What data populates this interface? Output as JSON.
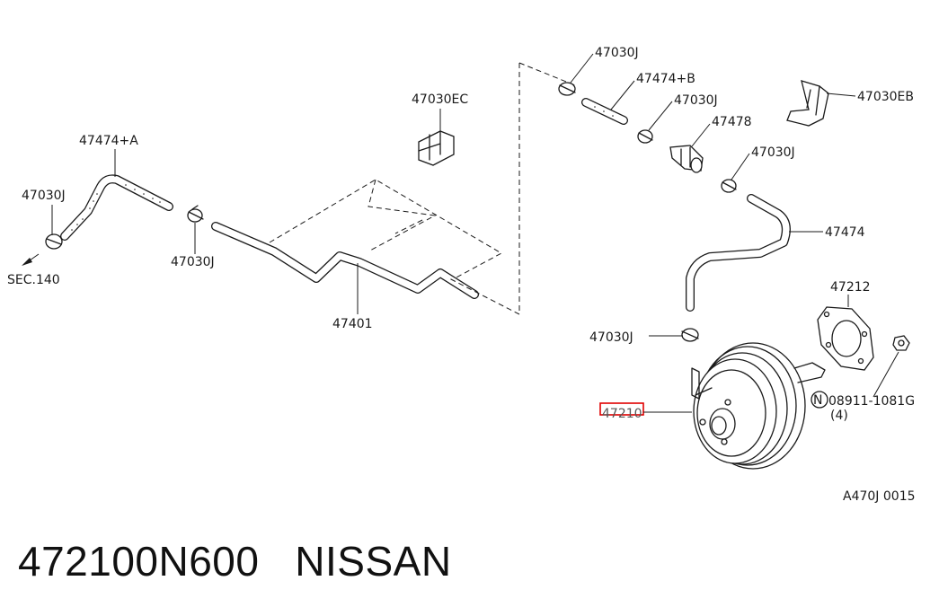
{
  "diagram": {
    "labels": {
      "p47474a": "47474+A",
      "p47030j_left": "47030J",
      "sec140": "SEC.140",
      "p47030j_mid": "47030J",
      "p47030ec": "47030EC",
      "p47401": "47401",
      "p47030j_top": "47030J",
      "p47474b": "47474+B",
      "p47030j_b": "47030J",
      "p47478": "47478",
      "p47030j_c": "47030J",
      "p47030eb": "47030EB",
      "p47474": "47474",
      "p47212": "47212",
      "p47030j_d": "47030J",
      "p47210": "47210",
      "nut_marker": "N",
      "p08911": "08911-1081G",
      "nut_qty": "(4)",
      "diagram_code": "A470J 0015"
    },
    "highlight_color": "#e00000"
  },
  "footer": {
    "title": "472100N600   NISSAN"
  }
}
